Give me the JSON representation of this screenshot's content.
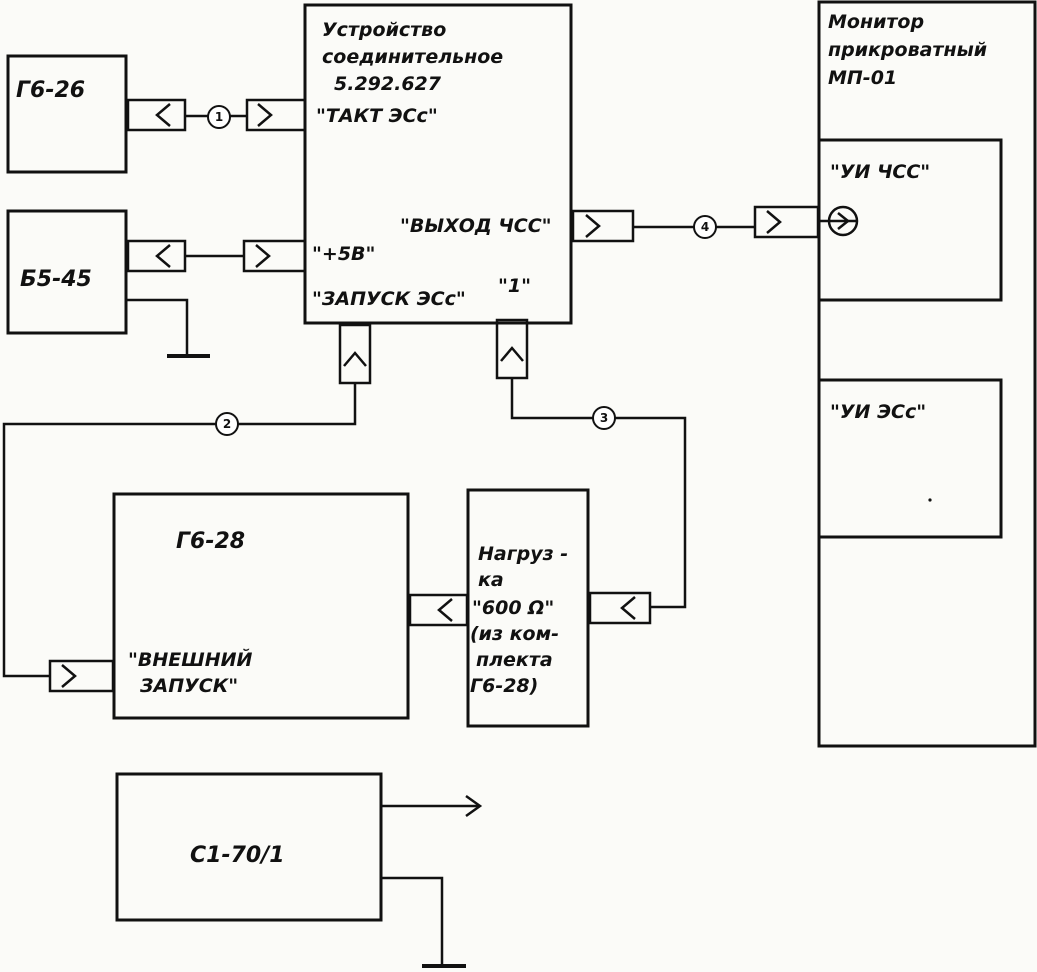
{
  "blocks": {
    "g6_26": "Г6-26",
    "b5_45": "Б5-45",
    "device_line1": "Устройство",
    "device_line2": "соединительное",
    "device_line3": "5.292.627",
    "g6_28": "Г6-28",
    "load_line1": "Нагруз -",
    "load_line2": "ка",
    "load_line3": "\"600 Ω\"",
    "load_line4": "(из ком-",
    "load_line5": "плекта",
    "load_line6": "Г6-28)",
    "c1_70": "С1-70/1",
    "monitor_line1": "Монитор",
    "monitor_line2": "прикроватный",
    "monitor_line3": "МП-01"
  },
  "ports": {
    "takt": "\"ТАКТ ЭСс\"",
    "plus5v": "\"+5В\"",
    "zapusk": "\"ЗАПУСК ЭСс\"",
    "vyhod": "\"ВЫХОД ЧСС\"",
    "one": "\"1\"",
    "vneshniy_line1": "\"ВНЕШНИЙ",
    "vneshniy_line2": "ЗАПУСК\"",
    "ui_chss": "\"УИ ЧСС\"",
    "ui_ess": "\"УИ ЭСс\""
  },
  "cables": {
    "c1": "1",
    "c2": "2",
    "c3": "3",
    "c4": "4"
  }
}
